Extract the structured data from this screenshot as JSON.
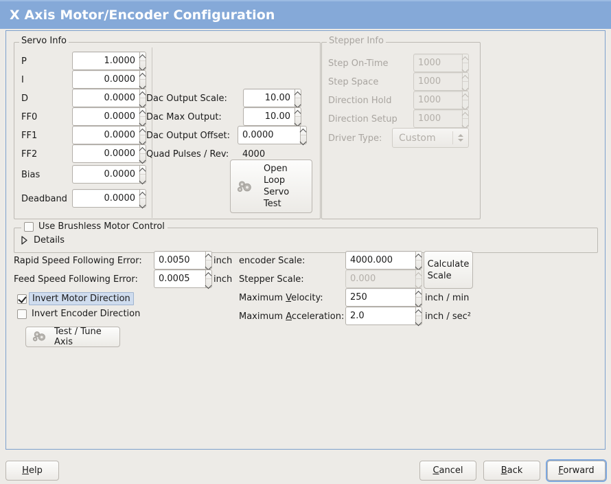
{
  "window": {
    "title": "X Axis Motor/Encoder Configuration",
    "title_bg": "#85a9d8",
    "title_fg": "#ffffff",
    "frame_border": "#7da0cc",
    "bg": "#edebe7"
  },
  "servo_info": {
    "legend": "Servo Info",
    "fields": [
      {
        "label": "P",
        "value": "1.0000"
      },
      {
        "label": "I",
        "value": "0.0000"
      },
      {
        "label": "D",
        "value": "0.0000"
      },
      {
        "label": "FF0",
        "value": "0.0000"
      },
      {
        "label": "FF1",
        "value": "0.0000"
      },
      {
        "label": "FF2",
        "value": "0.0000"
      },
      {
        "label": "Bias",
        "value": "0.0000"
      },
      {
        "label": "Deadband",
        "value": "0.0000"
      }
    ],
    "dac": [
      {
        "label": "Dac Output Scale:",
        "value": "10.00"
      },
      {
        "label": "Dac Max Output:",
        "value": "10.00"
      },
      {
        "label": "Dac Output Offset:",
        "value": "0.0000"
      }
    ],
    "quad_label": "Quad Pulses / Rev:",
    "quad_value": "4000",
    "open_loop_button": "Open\nLoop\nServo\nTest",
    "open_loop_lines": [
      "Open",
      "Loop",
      "Servo",
      "Test"
    ]
  },
  "stepper_info": {
    "legend": "Stepper Info",
    "disabled": true,
    "fields": [
      {
        "label": "Step On-Time",
        "value": "1000"
      },
      {
        "label": "Step Space",
        "value": "1000"
      },
      {
        "label": "Direction Hold",
        "value": "1000"
      },
      {
        "label": "Direction Setup",
        "value": "1000"
      }
    ],
    "driver_type_label": "Driver Type:",
    "driver_type_value": "Custom"
  },
  "brushless": {
    "checkbox_label": "Use Brushless Motor Control",
    "checked": false,
    "details_label": "Details",
    "details_expanded": false
  },
  "following_error": {
    "rapid_label": "Rapid Speed Following Error:",
    "rapid_value": "0.0050",
    "rapid_unit": "inch",
    "feed_label": "Feed Speed Following Error:",
    "feed_value": "0.0005",
    "feed_unit": "inch"
  },
  "invert": {
    "motor_label": "Invert Motor Direction",
    "motor_checked": true,
    "motor_focused": true,
    "encoder_label": "Invert Encoder Direction",
    "encoder_checked": false
  },
  "test_tune_button": "Test / Tune Axis",
  "scale": {
    "encoder_label": "encoder Scale:",
    "encoder_value": "4000.000",
    "stepper_label": "Stepper Scale:",
    "stepper_value": "0.000",
    "stepper_disabled": true,
    "calculate_button_lines": [
      "Calculate",
      "Scale"
    ],
    "max_velocity_label_pre": "Maximum ",
    "max_velocity_label_mnemonic": "V",
    "max_velocity_label_post": "elocity:",
    "max_velocity_value": "250",
    "max_velocity_unit": "inch / min",
    "max_accel_label_pre": "Maximum ",
    "max_accel_label_mnemonic": "A",
    "max_accel_label_post": "cceleration:",
    "max_accel_value": "2.0",
    "max_accel_unit": "inch / sec²"
  },
  "footer": {
    "help_pre": "",
    "help_mnemonic": "H",
    "help_post": "elp",
    "cancel_pre": "",
    "cancel_mnemonic": "C",
    "cancel_post": "ancel",
    "back_pre": "",
    "back_mnemonic": "B",
    "back_post": "ack",
    "forward_pre": "",
    "forward_mnemonic": "F",
    "forward_post": "orward",
    "forward_focused": true
  }
}
